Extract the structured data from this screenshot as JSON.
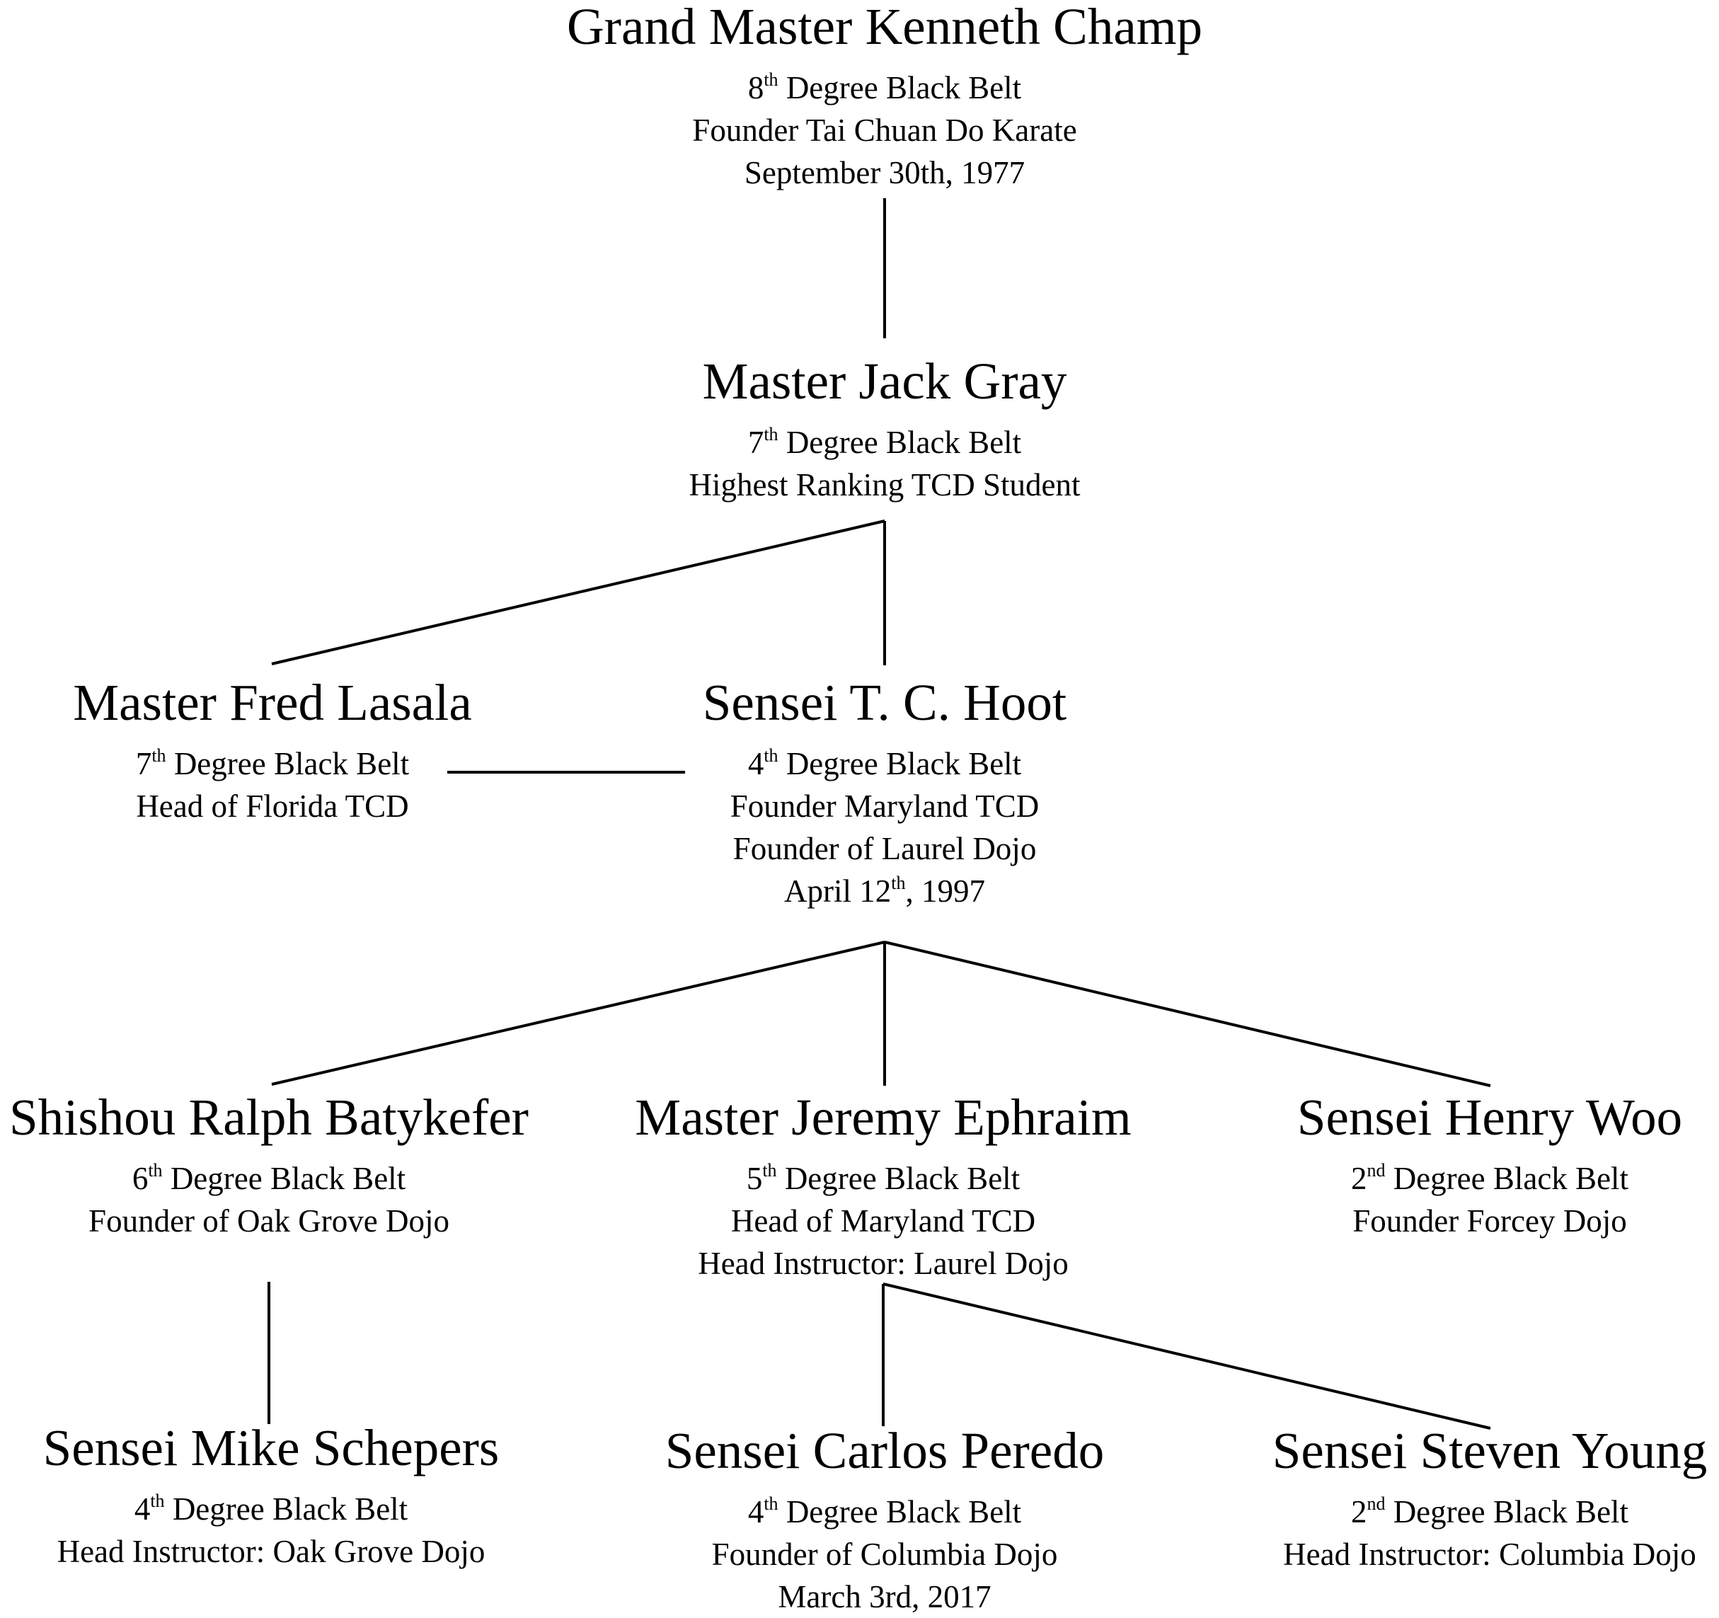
{
  "colors": {
    "background": "#ffffff",
    "text": "#000000",
    "lines": "#000000"
  },
  "nodes": {
    "champ": {
      "name": "Grand Master Kenneth Champ",
      "rank_num": "8",
      "rank_sup": "th",
      "rank_rest": " Degree Black Belt",
      "line2": "Founder Tai Chuan Do Karate",
      "line3": "September 30th, 1977"
    },
    "gray": {
      "name": "Master Jack Gray",
      "rank_num": "7",
      "rank_sup": "th",
      "rank_rest": " Degree Black Belt",
      "line2": "Highest Ranking TCD Student"
    },
    "lasala": {
      "name": "Master Fred Lasala",
      "rank_num": "7",
      "rank_sup": "th",
      "rank_rest": " Degree Black Belt",
      "line2": "Head of Florida TCD"
    },
    "hoot": {
      "name": "Sensei T. C. Hoot",
      "rank_num": "4",
      "rank_sup": "th",
      "rank_rest": " Degree Black Belt",
      "line2": "Founder Maryland TCD",
      "line3": "Founder of Laurel Dojo",
      "date_pre": "April 12",
      "date_sup": "th",
      "date_post": ", 1997"
    },
    "batykefer": {
      "name": "Shishou Ralph Batykefer",
      "rank_num": "6",
      "rank_sup": "th",
      "rank_rest": " Degree Black Belt",
      "line2": "Founder of Oak Grove Dojo"
    },
    "ephraim": {
      "name": "Master Jeremy Ephraim",
      "rank_num": "5",
      "rank_sup": "th",
      "rank_rest": " Degree Black Belt",
      "line2": "Head of Maryland TCD",
      "line3": "Head Instructor: Laurel Dojo"
    },
    "woo": {
      "name": "Sensei Henry Woo",
      "rank_num": "2",
      "rank_sup": "nd",
      "rank_rest": " Degree Black Belt",
      "line2": "Founder Forcey Dojo"
    },
    "schepers": {
      "name": "Sensei Mike Schepers",
      "rank_num": "4",
      "rank_sup": "th",
      "rank_rest": " Degree Black Belt",
      "line2": "Head Instructor: Oak Grove Dojo"
    },
    "peredo": {
      "name": "Sensei Carlos Peredo",
      "rank_num": "4",
      "rank_sup": "th",
      "rank_rest": " Degree Black Belt",
      "line2": "Founder of Columbia Dojo",
      "line3": "March 3rd, 2017"
    },
    "young": {
      "name": "Sensei Steven Young",
      "rank_num": "2",
      "rank_sup": "nd",
      "rank_rest": " Degree Black Belt",
      "line2": "Head Instructor: Columbia Dojo"
    }
  }
}
